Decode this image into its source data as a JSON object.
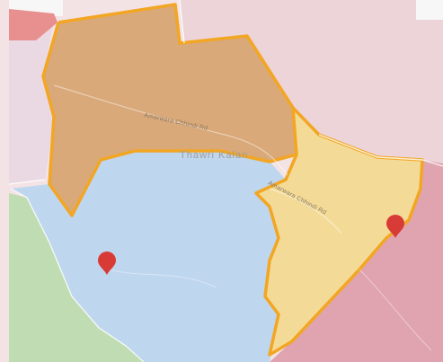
{
  "map": {
    "place_label": "Thawri Kalan",
    "road_labels": [
      "Amarwara Chhindi Rd",
      "Amarwara Chhindi Rd"
    ],
    "colors": {
      "background": "#f3e3e5",
      "region_pink_right": "#ecd4d8",
      "region_pink_left": "#ead9e2",
      "region_red_corner": "#e88f8f",
      "region_brown": "#d9a97a",
      "region_blue": "#bfd6ef",
      "region_yellow": "#f3db97",
      "region_green": "#bfdcb2",
      "region_crimson": "#e0a4b0",
      "outline_orange": "#f2a623",
      "marker": "#d83a36"
    },
    "markers": [
      {
        "name": "marker-blue-region",
        "icon": "map-pin-icon"
      },
      {
        "name": "marker-yellow-region",
        "icon": "map-pin-icon"
      }
    ]
  }
}
